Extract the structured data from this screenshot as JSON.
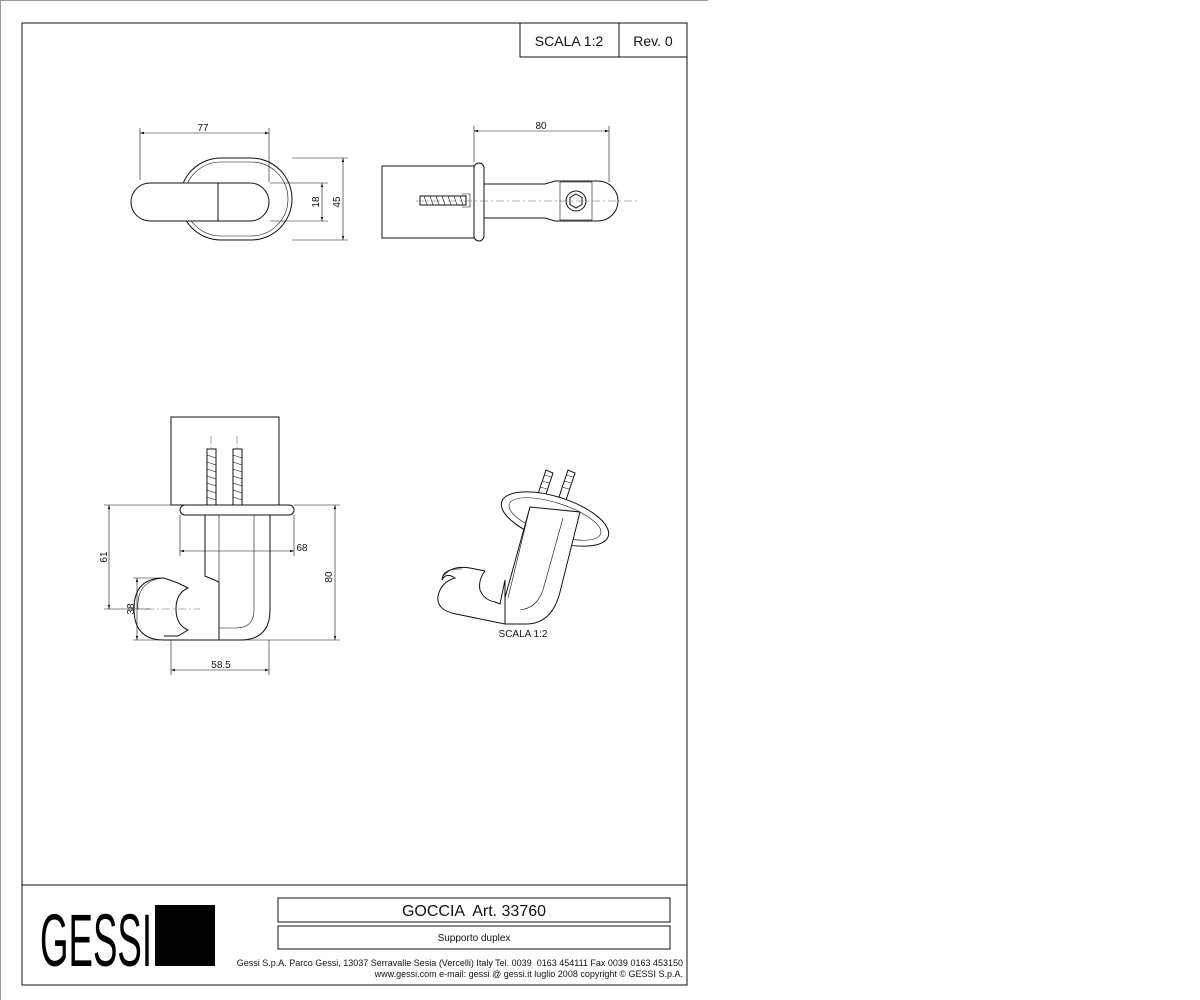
{
  "header": {
    "scale_label": "SCALA 1:2",
    "revision_label": "Rev. 0"
  },
  "dimensions": {
    "top_width": "77",
    "top_inner_height": "18",
    "top_outer_height": "45",
    "side_length": "80",
    "front_height_61": "61",
    "front_width_68": "68",
    "front_height_80": "80",
    "front_height_38": "38",
    "front_width_585": "58.5"
  },
  "iso_view": {
    "scale_label": "SCALA 1:2"
  },
  "title_block": {
    "logo": "GESSI",
    "product_title": "GOCCIA  Art. 33760",
    "product_subtitle": "Supporto duplex",
    "company_line": "Gessi S.p.A. Parco Gessi, 13037 Serravalle Sesia (Vercelli) Italy Tel. 0039  0163 454111 Fax 0039 0163 453150",
    "web_line": "www.gessi.com e-mail: gessi @ gessi.it luglio 2008 copyright © GESSI S.p.A."
  }
}
